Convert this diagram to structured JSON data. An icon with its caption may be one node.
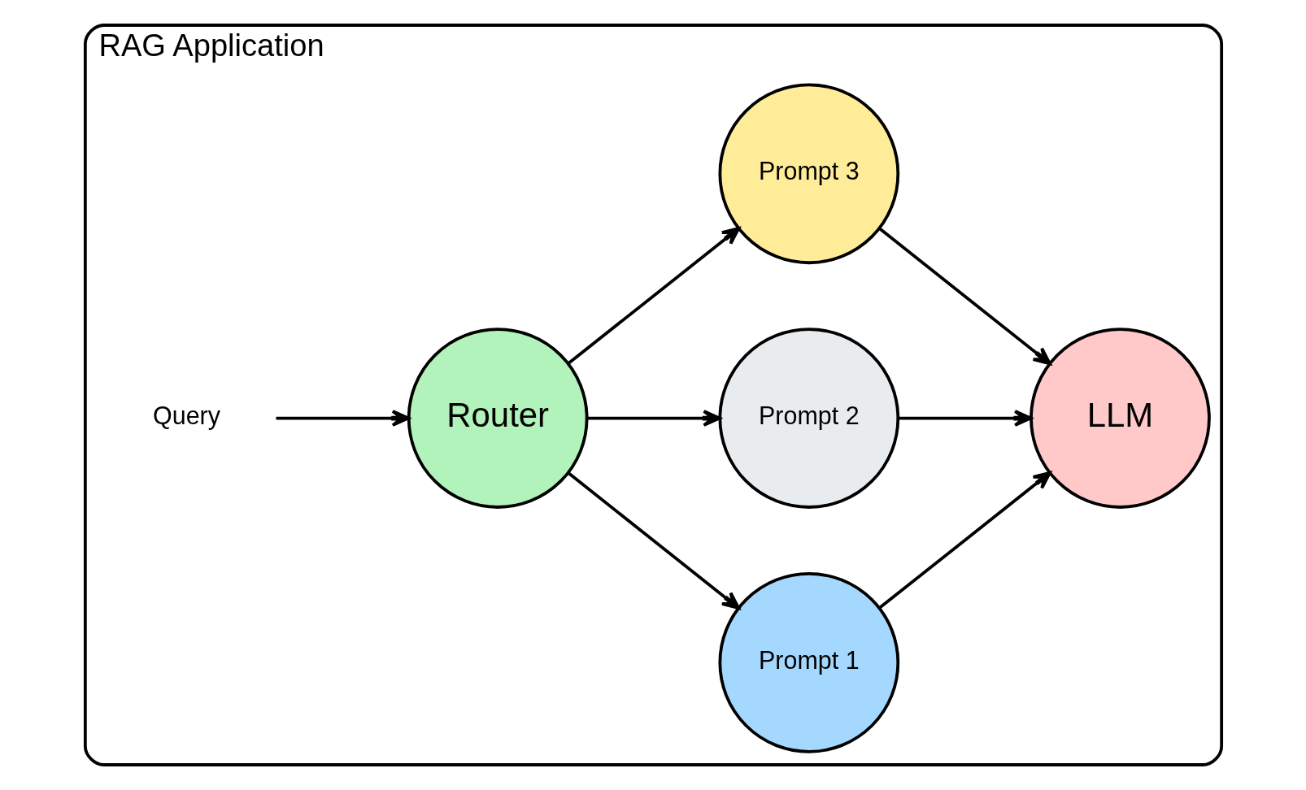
{
  "diagram": {
    "nodes": [
      {
        "text": [
          "RAG Application"
        ]
      },
      {
        "text": [
          "Query"
        ],
        "in": 0
      },
      {
        "text": [
          "Router"
        ],
        "in": 0
      },
      {
        "text": [
          "Prompt 1"
        ],
        "in": 0
      },
      {
        "text": [
          "Prompt 2"
        ],
        "in": 0
      },
      {
        "text": [
          "Prompt 3"
        ],
        "in": 0
      },
      {
        "text": [
          "LLM"
        ],
        "in": 0
      }
    ],
    "edges": [
      {
        "from": 1,
        "to": 2,
        "arrow": "to"
      },
      {
        "from": 2,
        "to": 3,
        "arrow": "to"
      },
      {
        "from": 2,
        "to": 4,
        "arrow": "to"
      },
      {
        "from": 2,
        "to": 5,
        "arrow": "to"
      },
      {
        "from": 3,
        "to": 6,
        "arrow": "to"
      },
      {
        "from": 4,
        "to": 6,
        "arrow": "to"
      },
      {
        "from": 5,
        "to": 6,
        "arrow": "to"
      }
    ]
  }
}
